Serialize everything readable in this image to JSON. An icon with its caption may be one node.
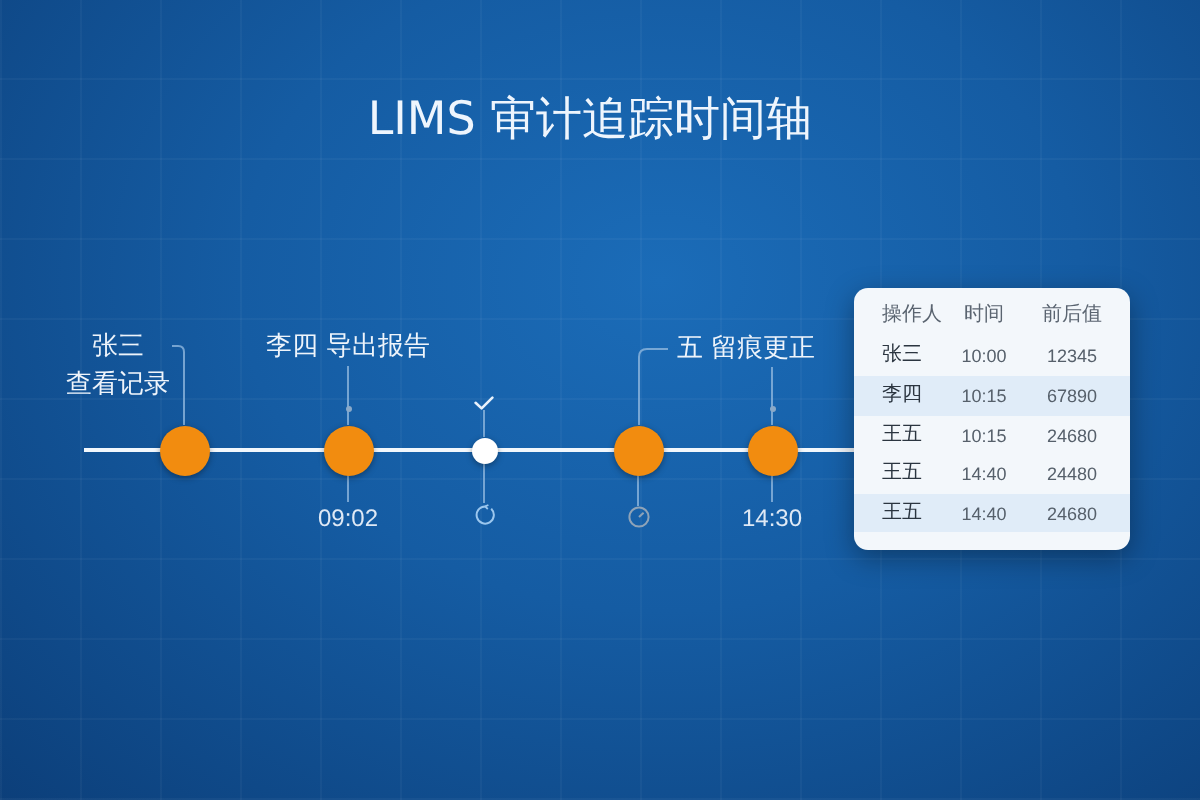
{
  "diagram": {
    "title": "LIMS 审计追踪时间轴",
    "nodes": [
      {
        "text": [
          "张三",
          "查看记录"
        ]
      },
      {
        "text": [],
        "shape": "circle"
      },
      {
        "text": [
          "李四 导出报告"
        ]
      },
      {
        "text": [],
        "shape": "circle"
      },
      {
        "text": [
          "09:02"
        ]
      },
      {
        "text": [],
        "shape": "picture"
      },
      {
        "text": [],
        "shape": "circle"
      },
      {
        "text": [],
        "shape": "picture"
      },
      {
        "text": [
          "五 留痕更正"
        ]
      },
      {
        "text": [],
        "shape": "circle"
      },
      {
        "text": [],
        "shape": "picture"
      },
      {
        "text": [],
        "shape": "circle"
      },
      {
        "text": [
          "14:30"
        ]
      }
    ],
    "edges": [
      {
        "from": 0,
        "to": 1,
        "arrow": "none"
      },
      {
        "from": 2,
        "to": 3,
        "arrow": "none"
      },
      {
        "from": 3,
        "to": 4,
        "arrow": "none"
      },
      {
        "from": 5,
        "to": 6,
        "arrow": "none"
      },
      {
        "from": 6,
        "to": 7,
        "arrow": "none"
      },
      {
        "from": 8,
        "to": 9,
        "arrow": "none"
      },
      {
        "from": 9,
        "to": 10,
        "arrow": "none"
      },
      {
        "from": 8,
        "to": 11,
        "arrow": "none"
      },
      {
        "from": 11,
        "to": 12,
        "arrow": "none"
      }
    ],
    "labels": [
      "操作人",
      "时间",
      "前后值",
      "张三",
      "10:00",
      "12345",
      "李四",
      "10:15",
      "67890",
      "王五",
      "10:15",
      "24680",
      "王五",
      "14:40",
      "24480",
      "王五",
      "14:40",
      "24680"
    ]
  }
}
